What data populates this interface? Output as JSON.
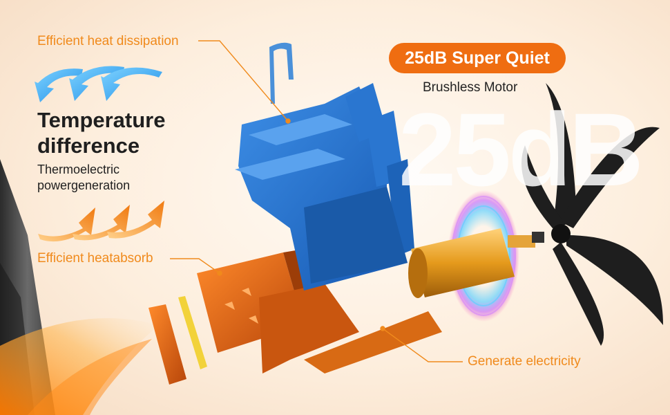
{
  "labels": {
    "heat_dissipation": "Efficient heat dissipation",
    "temperature_difference": "Temperature difference",
    "thermoelectric": "Thermoelectric powergeneration",
    "heat_absorb": "Efficient heatabsorb",
    "badge": "25dB Super Quiet",
    "motor": "Brushless Motor",
    "watermark": "25dB",
    "generate": "Generate electricity"
  },
  "colors": {
    "accent_orange": "#ef6d11",
    "label_orange": "#f08a1c",
    "heatsink_blue": "#1f6fd1",
    "cool_arrow_blue": "#3aa6f0",
    "motor_gold": "#e8a020",
    "blade_black": "#1e1e1e"
  },
  "icons": {
    "cool_arrows": "curved-arrow-down-icon",
    "warm_arrows": "curved-arrow-up-icon"
  }
}
